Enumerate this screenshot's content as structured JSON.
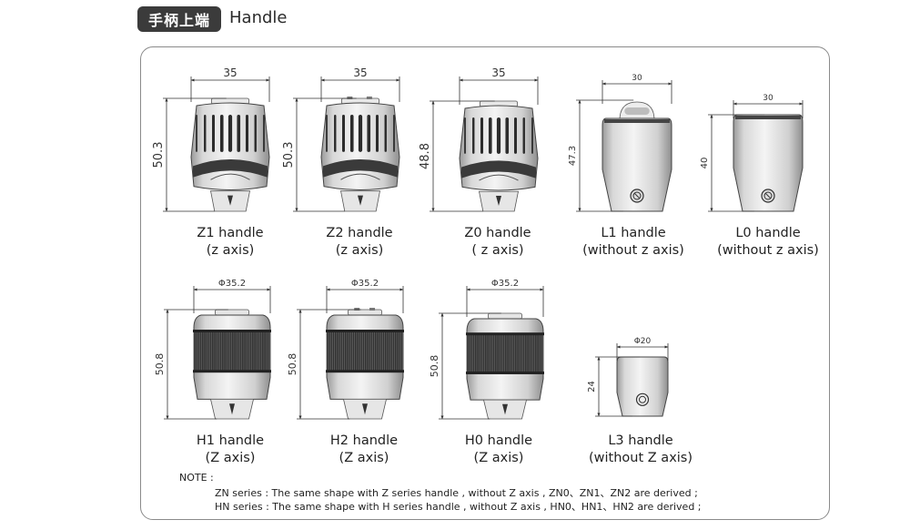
{
  "header": {
    "badge": "手柄上端",
    "title": "Handle"
  },
  "handles": [
    {
      "id": "z1",
      "title": "Z1 handle",
      "sub": "(z axis)",
      "width_dim": "35",
      "height_dim": "50.3"
    },
    {
      "id": "z2",
      "title": "Z2 handle",
      "sub": "(z axis)",
      "width_dim": "35",
      "height_dim": "50.3"
    },
    {
      "id": "z0",
      "title": "Z0 handle",
      "sub": "( z axis)",
      "width_dim": "35",
      "height_dim": "48.8"
    },
    {
      "id": "l1",
      "title": "L1 handle",
      "sub": "(without  z axis)",
      "width_dim": "30",
      "height_dim": "47.3"
    },
    {
      "id": "l0",
      "title": "L0 handle",
      "sub": "(without  z axis)",
      "width_dim": "30",
      "height_dim": "40"
    },
    {
      "id": "h1",
      "title": "H1 handle",
      "sub": "(Z axis)",
      "width_dim": "Φ35.2",
      "height_dim": "50.8"
    },
    {
      "id": "h2",
      "title": "H2 handle",
      "sub": "(Z axis)",
      "width_dim": "Φ35.2",
      "height_dim": "50.8"
    },
    {
      "id": "h0",
      "title": "H0 handle",
      "sub": "(Z axis)",
      "width_dim": "Φ35.2",
      "height_dim": "50.8"
    },
    {
      "id": "l3",
      "title": "L3 handle",
      "sub": "(without Z axis)",
      "width_dim": "Φ20",
      "height_dim": "24"
    }
  ],
  "note": {
    "label": "NOTE :",
    "zn": "ZN series : The same shape with Z series handle , without Z axis  , ZN0、ZN1、ZN2 are derived ;",
    "hn": "HN series : The same shape with H series handle , without Z axis  , HN0、HN1、HN2 are derived ;"
  }
}
